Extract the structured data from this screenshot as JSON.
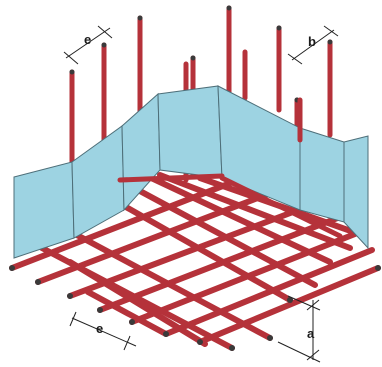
{
  "labels": {
    "e_top": "e",
    "b": "b",
    "e_bottom": "e",
    "a": "a"
  },
  "colors": {
    "bar": "#b5323a",
    "bar_shadow": "#7c1e24",
    "bar_cap": "#3a3a3a",
    "panel": "#9dd3e2",
    "panel_edge": "#4e6f79",
    "dimension": "#222222"
  }
}
